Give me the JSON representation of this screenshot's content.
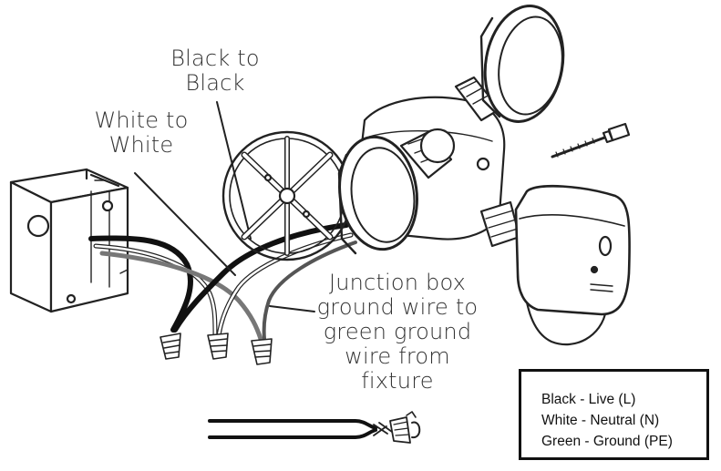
{
  "diagram": {
    "labels": {
      "black_to_black": [
        "Black to",
        "Black"
      ],
      "white_to_white": [
        "White to",
        "White"
      ],
      "ground": [
        "Junction box",
        "ground wire to",
        "green ground",
        "wire from fixture"
      ]
    },
    "legend": [
      "Black - Live (L)",
      "White - Neutral (N)",
      "Green - Ground (PE)"
    ]
  }
}
